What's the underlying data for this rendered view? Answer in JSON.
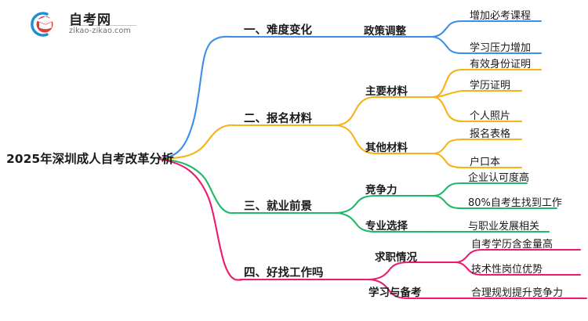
{
  "logo": {
    "name": "自考网",
    "domain": "zikao-zikao.com",
    "mark_blue": "#1b8fd4",
    "mark_red": "#e23b3b"
  },
  "colors": {
    "branch1": "#3d8ee8",
    "branch2": "#f5b318",
    "branch3": "#1fb768",
    "branch4": "#ed1a70",
    "text": "#1a1a1a",
    "background": "#ffffff"
  },
  "mindmap": {
    "type": "mindmap",
    "root": "2025年深圳成人自考改革分析",
    "branches": [
      {
        "label": "一、难度变化",
        "color": "#3d8ee8",
        "children": [
          {
            "label": "政策调整",
            "children": [
              {
                "label": "增加必考课程"
              },
              {
                "label": "学习压力增加"
              }
            ]
          }
        ]
      },
      {
        "label": "二、报名材料",
        "color": "#f5b318",
        "children": [
          {
            "label": "主要材料",
            "children": [
              {
                "label": "有效身份证明"
              },
              {
                "label": "学历证明"
              },
              {
                "label": "个人照片"
              }
            ]
          },
          {
            "label": "其他材料",
            "children": [
              {
                "label": "报名表格"
              },
              {
                "label": "户口本"
              }
            ]
          }
        ]
      },
      {
        "label": "三、就业前景",
        "color": "#1fb768",
        "children": [
          {
            "label": "竞争力",
            "children": [
              {
                "label": "企业认可度高"
              },
              {
                "label": "80%自考生找到工作"
              }
            ]
          },
          {
            "label": "专业选择",
            "children": [
              {
                "label": "与职业发展相关"
              }
            ]
          }
        ]
      },
      {
        "label": "四、好找工作吗",
        "color": "#ed1a70",
        "children": [
          {
            "label": "求职情况",
            "children": [
              {
                "label": "自考学历含金量高"
              },
              {
                "label": "技术性岗位优势"
              }
            ]
          },
          {
            "label": "学习与备考",
            "children": [
              {
                "label": "合理规划提升竞争力"
              }
            ]
          }
        ]
      }
    ]
  }
}
